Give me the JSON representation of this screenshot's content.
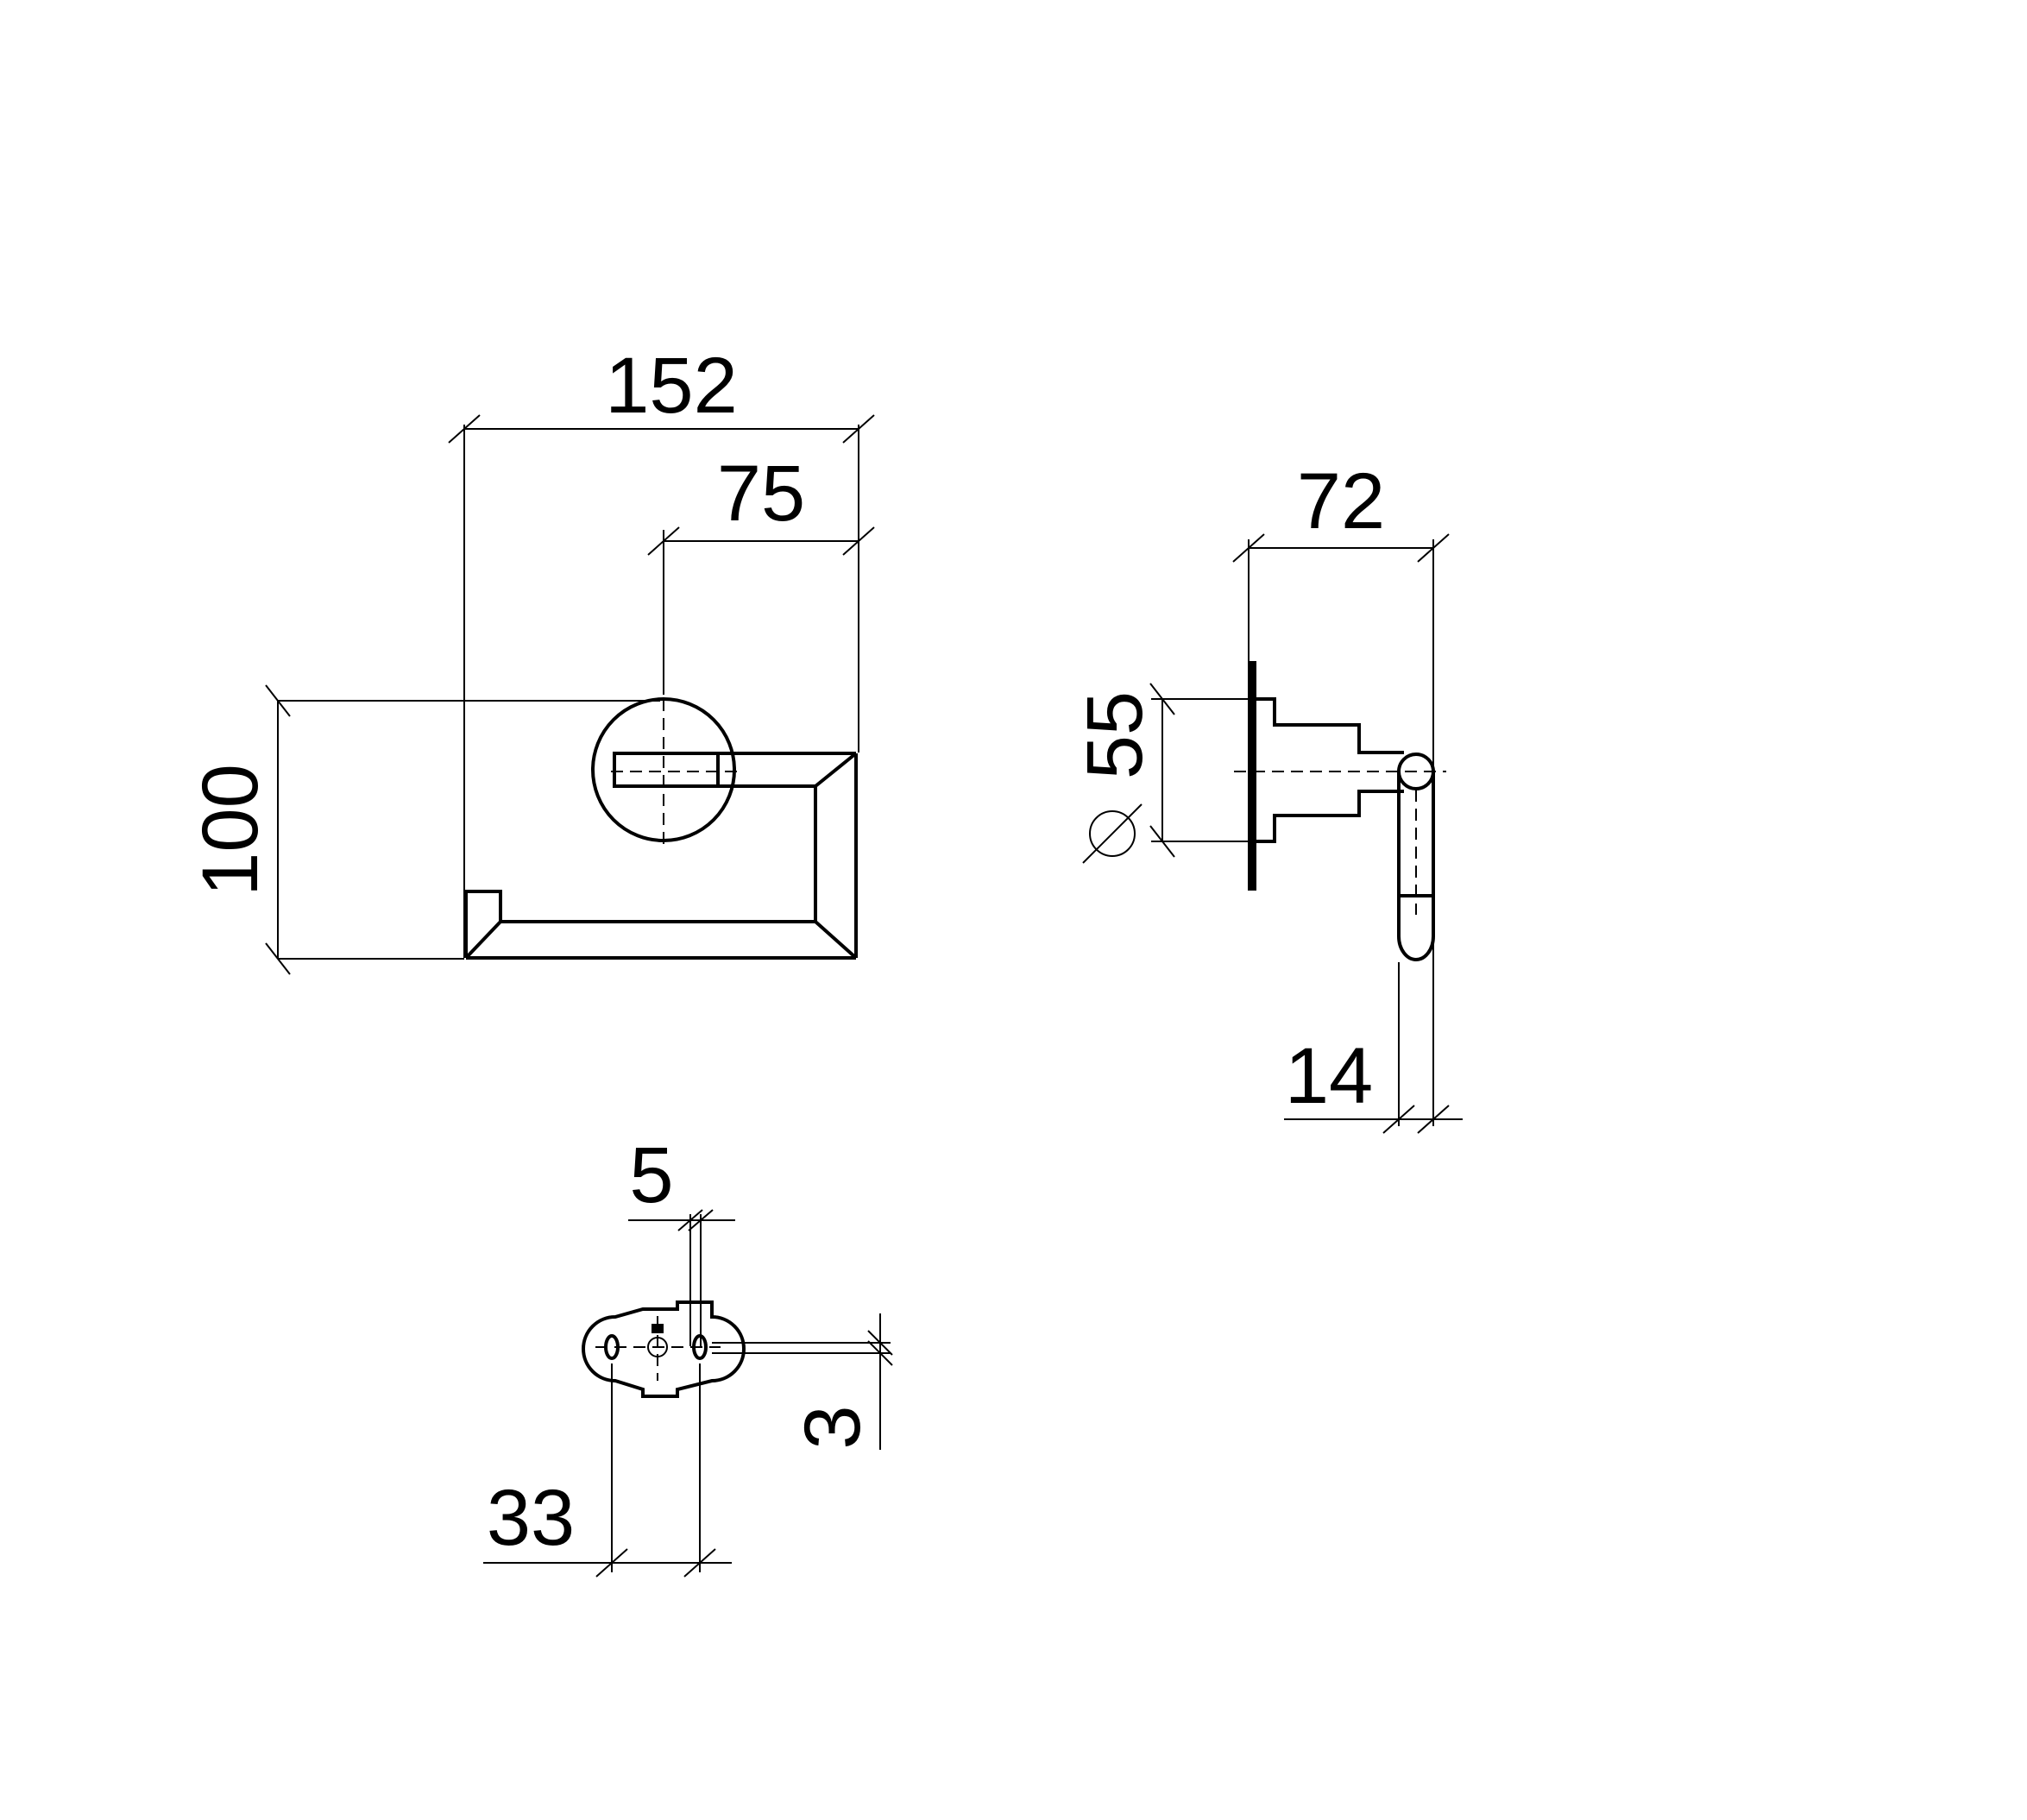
{
  "dimensions": {
    "front_width": "152",
    "front_offset": "75",
    "front_height": "100",
    "side_depth": "72",
    "side_diameter_symbol": "∅",
    "side_diameter": "55",
    "side_handle": "14",
    "mount_slot": "5",
    "mount_thickness": "3",
    "mount_width": "33"
  }
}
